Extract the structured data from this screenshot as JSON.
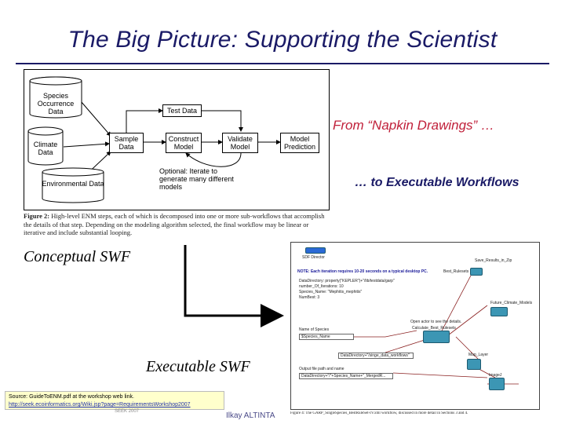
{
  "slide": {
    "title": "The Big Picture: Supporting the Scientist",
    "napkin_text": "From “Napkin Drawings” …",
    "executable_text": "… to Executable Workflows",
    "conceptual_label": "Conceptual SWF",
    "executable_label": "Executable SWF",
    "source_line1": "Source: GuideToENM.pdf at the workshop web link.",
    "source_line2": "http://seek.ecoinformatics.org/Wiki.jsp?page=RequirementsWorkshop2007",
    "author": "Ilkay ALTINTA",
    "footer_small": "SEEK 2007"
  },
  "diagram": {
    "species": "Species Occurrence Data",
    "climate": "Climate Data",
    "environmental": "Environmental Data",
    "test_data": "Test Data",
    "sample_data": "Sample Data",
    "construct_model": "Construct Model",
    "validate_model": "Validate Model",
    "model_prediction": "Model Prediction",
    "iterate_note": "Optional: Iterate to generate many different models",
    "caption_label": "Figure 2:",
    "caption_text": "High-level ENM steps, each of which is decomposed into one or more sub-workflows that accomplish the details of that step. Depending on the modeling algorithm selected, the final workflow may be linear or iterative and include substantial looping."
  },
  "workflow": {
    "sdf_director": "SDF Director",
    "note": "NOTE: Each iteration requires 10-20 seconds on a typical desktop PC.",
    "param1": "DataDirectory: property(\"KEPLER\")+\"/lib/testdata/garp\"",
    "param2": "number_Of_Iterations: 10",
    "param3": "Species_Name: \"Mephitis_mephitis\"",
    "param4": "NumBest: 3",
    "best_rulesets": "Best_Rulesets",
    "save_results": "Save_Results_in_Zip",
    "future_climate": "Future_Climate_Models",
    "open_actor": "Open actor to see the details.",
    "name_of_species": "Name of Species",
    "species_name_field": "$Species_Name",
    "calculate_best": "Calculate_Best_Rulesets",
    "data_dir_field": "DataDirectory+\"/singe_data_workflows\"",
    "map_layer": "Map_Layer",
    "output_file": "Output file path and name",
    "output_field": "DataDirectory+\"/\"+Species_Name+\"_MergedR...",
    "image_viewer": "ImageJ",
    "caption": "Figure 4: The GARP_SingleSpecies_BestRuleSet-IV.xml workflow, discussed in more detail in Sections 3 and 4."
  }
}
